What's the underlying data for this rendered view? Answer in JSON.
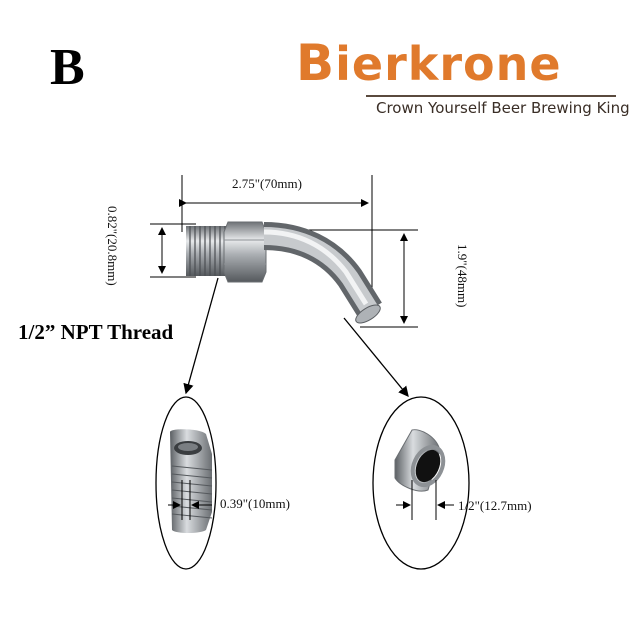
{
  "variant": {
    "letter": "B"
  },
  "brand": {
    "name_initial": "B",
    "name_rest": "ierkrone",
    "tagline": "Crown Yourself Beer Brewing King",
    "color": "#e07a2c"
  },
  "dimensions": {
    "length": "2.75\"(70mm)",
    "height": "0.82\"(20.8mm)",
    "rise": "1.9\"(48mm)",
    "thread_wall": "0.39\"(10mm)",
    "outlet": "1/2\"(12.7mm)"
  },
  "thread": {
    "label": "1/2” NPT Thread"
  }
}
